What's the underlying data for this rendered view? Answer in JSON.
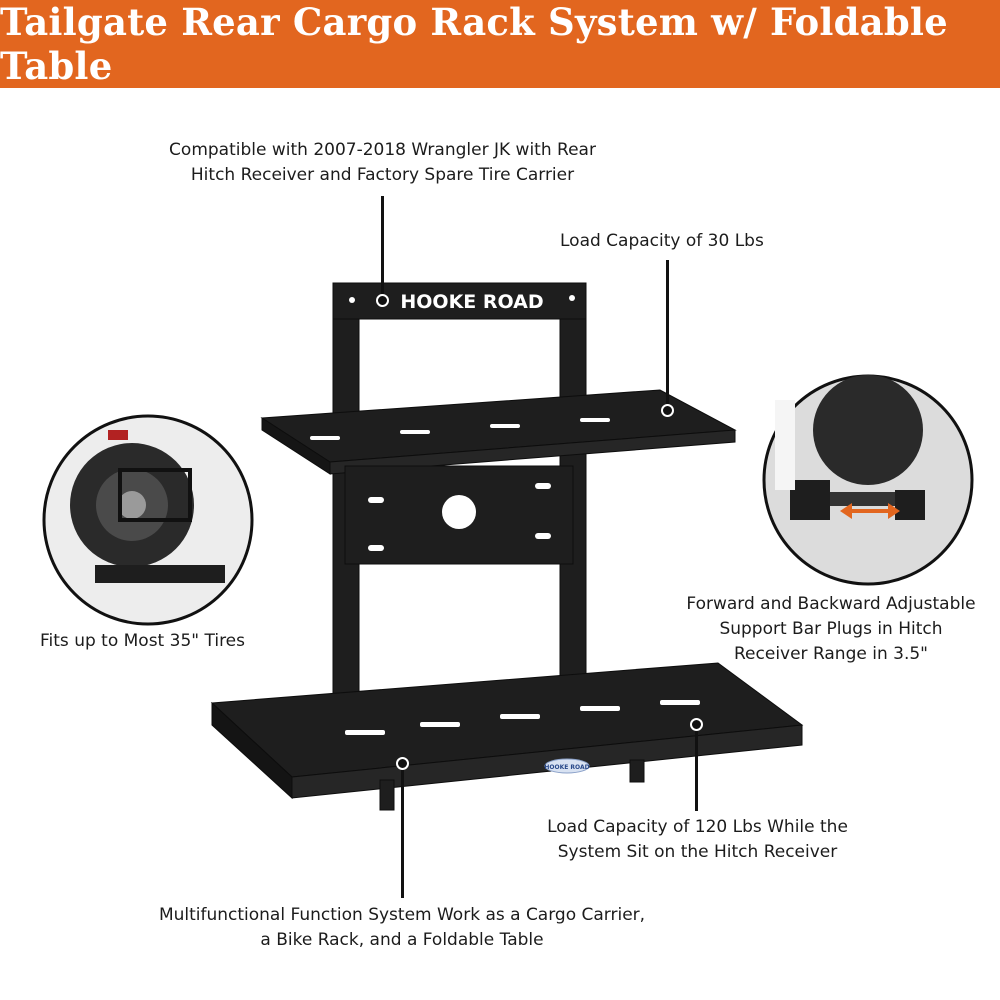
{
  "header": {
    "title": "Tailgate Rear Cargo Rack System w/ Foldable Table"
  },
  "brand": {
    "logo_text": "HOOKE ROAD",
    "plate_text": "HOOKE ROAD"
  },
  "colors": {
    "banner": "#e2661f",
    "arrow": "#e2661f",
    "rack": "#1e1e1e"
  },
  "callouts": {
    "compatible": {
      "line1": "Compatible with 2007-2018 Wrangler JK with Rear",
      "line2": "Hitch Receiver and Factory Spare Tire Carrier"
    },
    "load_top": "Load Capacity of 30 Lbs",
    "tires": "Fits up to Most 35\" Tires",
    "adjustable": {
      "line1": "Forward and Backward Adjustable",
      "line2": "Support Bar Plugs in Hitch",
      "line3": "Receiver Range in 3.5\""
    },
    "load_bottom": {
      "line1": "Load Capacity of 120 Lbs While the",
      "line2": "System Sit on the Hitch Receiver"
    },
    "multifunction": {
      "line1": "Multifunctional Function System Work as a Cargo Carrier,",
      "line2": "a Bike Rack, and a Foldable Table"
    }
  }
}
